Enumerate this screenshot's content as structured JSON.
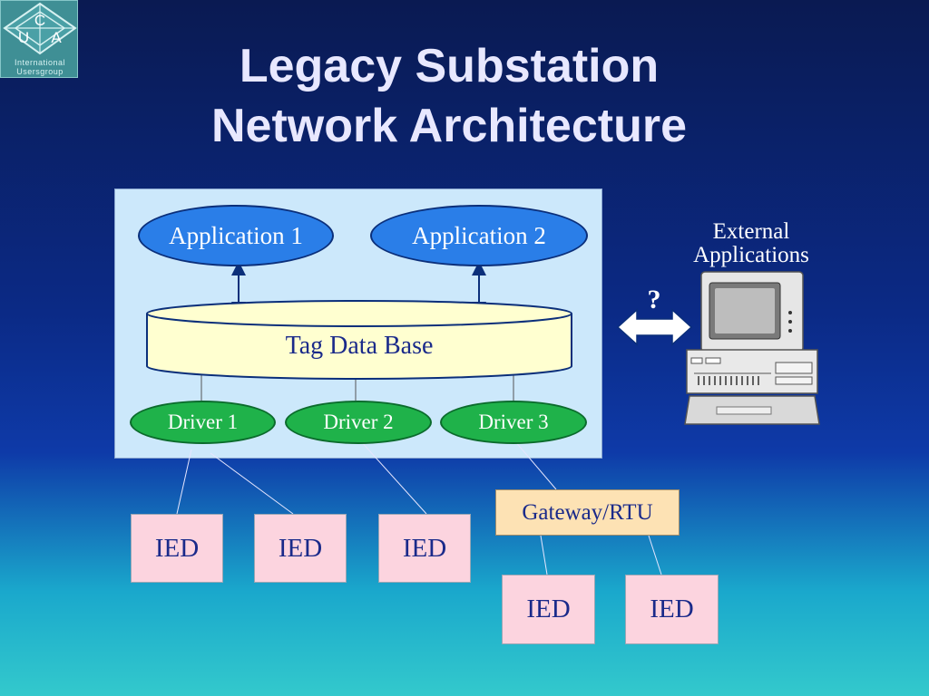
{
  "logo": {
    "letters": [
      "C",
      "U",
      "A"
    ],
    "line1": "International",
    "line2": "Usersgroup"
  },
  "title": {
    "line1": "Legacy Substation",
    "line2": "Network Architecture"
  },
  "apps": [
    "Application 1",
    "Application 2"
  ],
  "database": "Tag Data Base",
  "drivers": [
    "Driver 1",
    "Driver 2",
    "Driver 3"
  ],
  "gateway": "Gateway/RTU",
  "ieds": [
    "IED",
    "IED",
    "IED",
    "IED",
    "IED"
  ],
  "external": {
    "line1": "External",
    "line2": "Applications",
    "question": "?",
    "icon": "computer-icon"
  },
  "colors": {
    "panel": "#cce8fb",
    "app_ellipse": "#2a7ee8",
    "driver_ellipse": "#1fb24a",
    "database": "#ffffd0",
    "ied_box": "#fcd4df",
    "gateway_box": "#fde2b4"
  }
}
